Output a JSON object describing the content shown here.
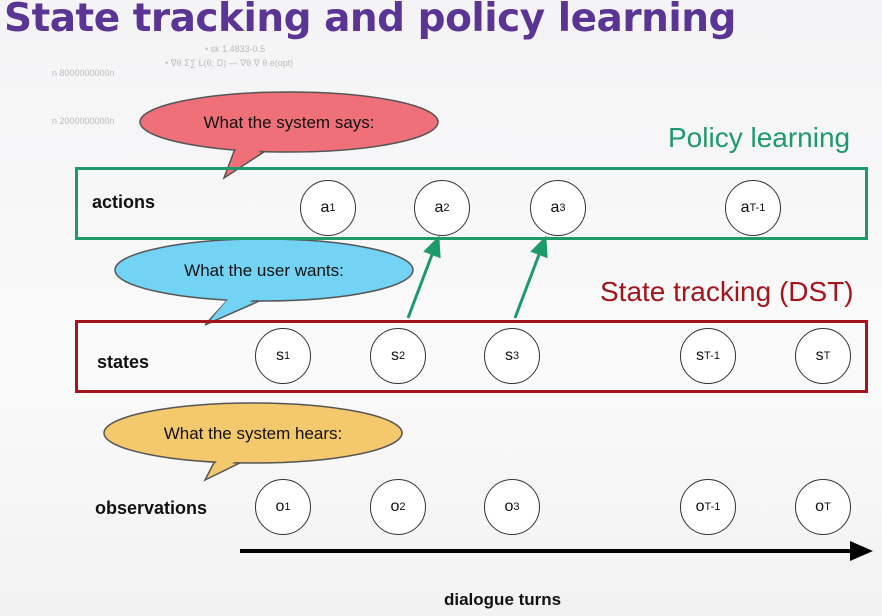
{
  "title": "State tracking and policy learning",
  "faint_text": [
    "n 8000000000n",
    "• sk 1.4833-0.5",
    "• ∇θ Σ∑ L(θ; D)  —  ∇θ ∇ θ e(opt)",
    "n 2000000000n"
  ],
  "sections": {
    "policy_learning": "Policy learning",
    "state_tracking": "State tracking (DST)"
  },
  "rows": {
    "actions": "actions",
    "states": "states",
    "observations": "observations"
  },
  "bubbles": {
    "system_says": "What the system says:",
    "user_wants": "What the user wants:",
    "system_hears": "What the system hears:"
  },
  "colors": {
    "title": "#5a3594",
    "policy": "#1e9a6a",
    "dst": "#a3141c",
    "bubble_says": "#f07079",
    "bubble_wants": "#72d3f4",
    "bubble_hears": "#f4c86c"
  },
  "nodes": {
    "actions": [
      {
        "base": "a",
        "sub": "1"
      },
      {
        "base": "a",
        "sub": "2"
      },
      {
        "base": "a",
        "sub": "3"
      },
      {
        "base": "a",
        "sub": "T-1"
      }
    ],
    "states": [
      {
        "base": "s",
        "sub": "1"
      },
      {
        "base": "s",
        "sub": "2"
      },
      {
        "base": "s",
        "sub": "3"
      },
      {
        "base": "s",
        "sub": "T-1"
      },
      {
        "base": "s",
        "sub": "T"
      }
    ],
    "observations": [
      {
        "base": "o",
        "sub": "1"
      },
      {
        "base": "o",
        "sub": "2"
      },
      {
        "base": "o",
        "sub": "3"
      },
      {
        "base": "o",
        "sub": "T-1"
      },
      {
        "base": "o",
        "sub": "T"
      }
    ]
  },
  "axis_label": "dialogue turns"
}
